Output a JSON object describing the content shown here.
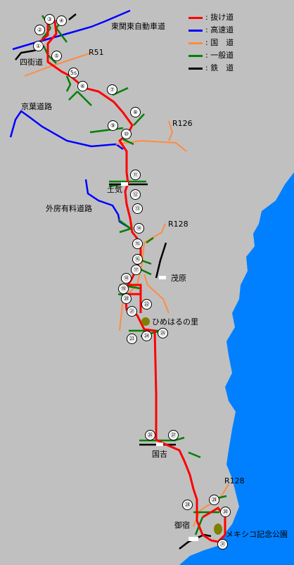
{
  "legend": [
    {
      "label": ": 抜け道",
      "color": "#ff0000"
    },
    {
      "label": ": 高速道",
      "color": "#0000ff"
    },
    {
      "label": ": 国　道",
      "color": "#ff8c40"
    },
    {
      "label": ": 一般道",
      "color": "#008000"
    },
    {
      "label": ": 鉄　道",
      "color": "#000000"
    }
  ],
  "labels": {
    "kanto": "東関東自動車道",
    "yotsukaido": "四街道",
    "r51": "R51",
    "keiyo": "京葉道路",
    "r126": "R126",
    "hondo": "土気",
    "sotobo": "外房有料道路",
    "r128a": "R128",
    "mobara": "茂原",
    "himeharu": "ひめはるの里",
    "kuniyoshi": "国吉",
    "r128b": "R128",
    "onjuku": "御宿",
    "mexico": "メキシコ記念公園"
  },
  "waypoints": [
    "①",
    "②",
    "③",
    "④",
    "⑤",
    "5s",
    "⑥",
    "⑦",
    "⑧",
    "⑨",
    "⑩",
    "⑪",
    "⑫",
    "⑬",
    "⑭",
    "⑮",
    "⑯",
    "⑰",
    "⑱",
    "⑲",
    "⑳",
    "㉑",
    "㉒",
    "㉓",
    "㉔",
    "㉕",
    "㉖",
    "㉗",
    "㉘",
    "㉙",
    "㉚",
    "㉛"
  ],
  "colors": {
    "background": "#c0c0c0",
    "sea": "#0080ff",
    "route": "#ff0000",
    "expressway": "#0000ff",
    "national": "#ff8c40",
    "local": "#008000",
    "rail": "#000000",
    "park": "#808000"
  }
}
